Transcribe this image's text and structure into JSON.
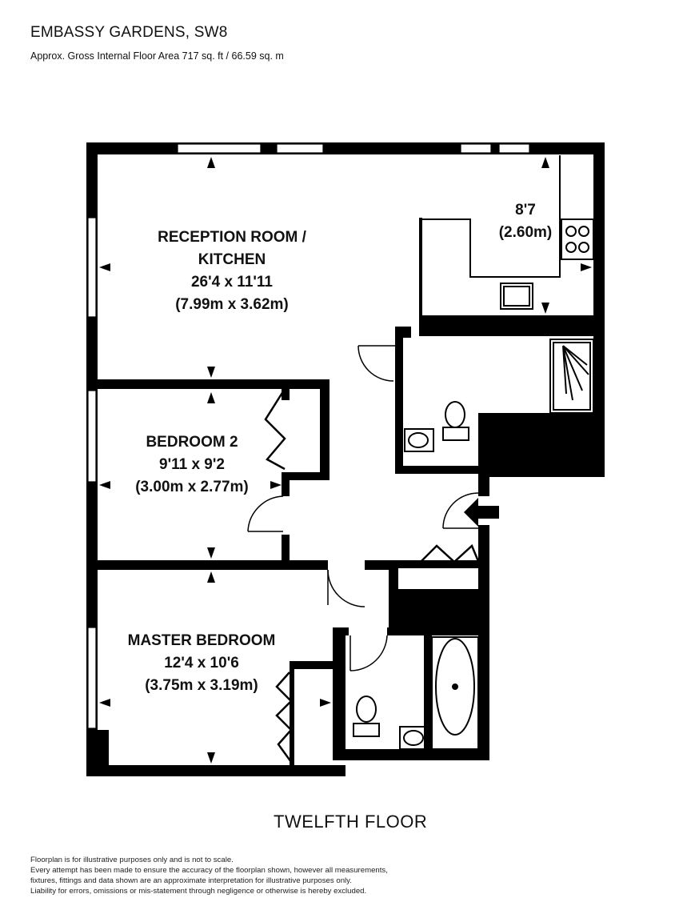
{
  "header": {
    "title": "EMBASSY GARDENS, SW8",
    "area": "Approx. Gross Internal Floor Area 717 sq. ft / 66.59 sq. m"
  },
  "rooms": {
    "reception": {
      "name_line1": "RECEPTION ROOM /",
      "name_line2": "KITCHEN",
      "imperial": "26'4 x 11'11",
      "metric": "(7.99m x 3.62m)"
    },
    "kitchen": {
      "imperial": "8'7",
      "metric": "(2.60m)"
    },
    "bedroom2": {
      "name": "BEDROOM 2",
      "imperial": "9'11 x 9'2",
      "metric": "(3.00m x 2.77m)"
    },
    "master": {
      "name": "MASTER BEDROOM",
      "imperial": "12'4 x 10'6",
      "metric": "(3.75m x 3.19m)"
    }
  },
  "floor": "TWELFTH FLOOR",
  "disclaimer": [
    "Floorplan is for illustrative purposes only and is not to scale.",
    "Every attempt has been made to ensure the accuracy of the floorplan shown, however all measurements,",
    "fixtures, fittings and data shown are an approximate interpretation for illustrative purposes only.",
    "Liability for errors, omissions or mis-statement through negligence or otherwise is hereby excluded."
  ],
  "colors": {
    "wall": "#000000",
    "background": "#ffffff"
  }
}
